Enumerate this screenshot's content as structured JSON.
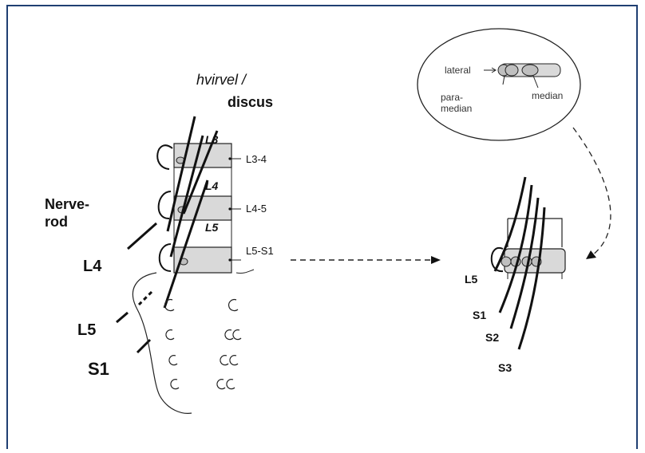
{
  "colors": {
    "border": "#1f3f72",
    "body_fill": "#d9d9d9",
    "ink": "#111111",
    "disc_fill": "#bfbfbf"
  },
  "header": {
    "line1": "hvirvel  /",
    "line2": "discus"
  },
  "left": {
    "nerve_root_label_1": "Nerve-",
    "nerve_root_label_2": "rod",
    "vertebra_labels": [
      "L3",
      "L4",
      "L5"
    ],
    "disc_labels": [
      "L3-4",
      "L4-5",
      "L5-S1"
    ],
    "root_labels": [
      "L4",
      "L5",
      "S1"
    ]
  },
  "inset": {
    "lateral": "lateral",
    "paramedian_1": "para-",
    "paramedian_2": "median",
    "median": "median"
  },
  "right": {
    "root_labels": [
      "L5",
      "S1",
      "S2",
      "S3"
    ]
  }
}
